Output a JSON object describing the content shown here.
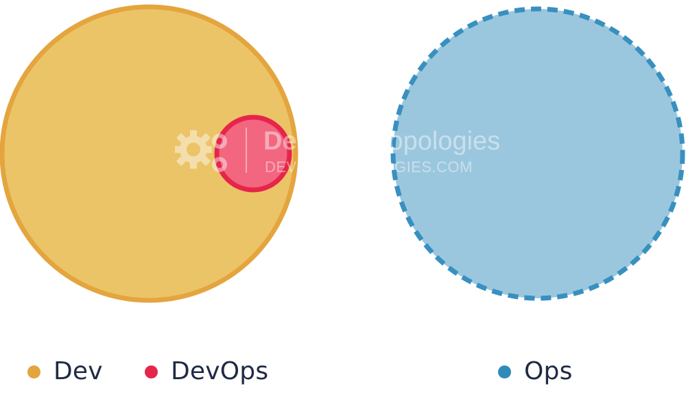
{
  "watermark": {
    "brand_a": "DevOps",
    "brand_b": "Topologies",
    "url": "DEVOPSTOPOLOGIES.COM"
  },
  "shapes": {
    "dev": {
      "fill": "#ecc468",
      "stroke": "#e4a53e"
    },
    "devops": {
      "fill": "#f26680",
      "stroke": "#e6254b"
    },
    "ops": {
      "fill": "#9bc7de",
      "stroke": "#3890bf",
      "dashed": true
    }
  },
  "legend": [
    {
      "key": "dev",
      "label": "Dev",
      "color": "#e4a53e"
    },
    {
      "key": "devops",
      "label": "DevOps",
      "color": "#e6254b"
    },
    {
      "key": "ops",
      "label": "Ops",
      "color": "#2f8bb8"
    }
  ]
}
